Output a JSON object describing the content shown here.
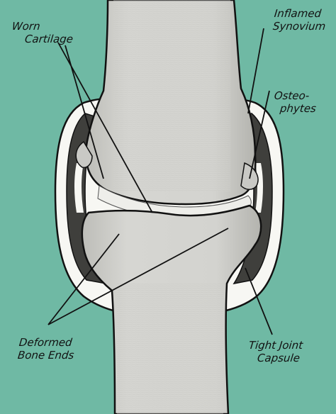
{
  "colors": {
    "background": "#6fb9a4",
    "bone": "#d3d3cf",
    "bone_shade": "#a9a9a4",
    "capsule": "#f7f7f3",
    "synovium": "#3f3f3c",
    "outline": "#111111"
  },
  "labels": {
    "worn_cartilage": [
      "Worn",
      "Cartilage"
    ],
    "inflamed_synovium": [
      "Inflamed",
      "Synovium"
    ],
    "osteophytes": [
      "Osteo-",
      "phytes"
    ],
    "deformed_bone_ends": [
      "Deformed",
      "Bone Ends"
    ],
    "tight_joint_capsule": [
      "Tight Joint",
      "Capsule"
    ]
  }
}
